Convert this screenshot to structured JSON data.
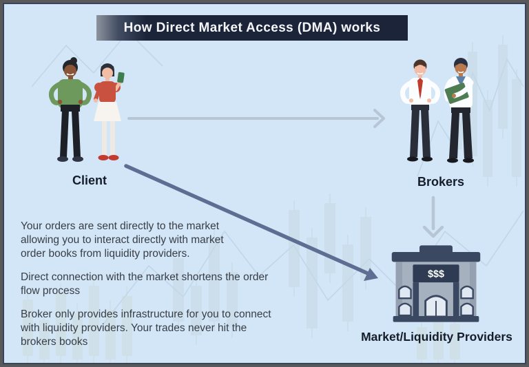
{
  "title": "How Direct Market Access (DMA) works",
  "nodes": {
    "client": {
      "label": "Client"
    },
    "brokers": {
      "label": "Brokers"
    },
    "market": {
      "label": "Market/Liquidity Providers",
      "sign": "$$$"
    }
  },
  "arrows": [
    {
      "name": "client-to-brokers",
      "from": "Client",
      "to": "Brokers",
      "style": "light"
    },
    {
      "name": "brokers-to-market",
      "from": "Brokers",
      "to": "Market/Liquidity Providers",
      "style": "light"
    },
    {
      "name": "client-to-market",
      "from": "Client",
      "to": "Market/Liquidity Providers",
      "style": "dark"
    }
  ],
  "body": {
    "paragraphs": [
      {
        "lines": [
          "Your orders are sent directly to the market",
          "allowing you to interact directly with market",
          "order books from liquidity providers."
        ]
      },
      {
        "lines": [
          "Direct connection with the market shortens the order",
          "flow process"
        ]
      },
      {
        "lines": [
          "Broker only provides infrastructure for you to connect",
          "with liquidity providers. Your trades never hit the",
          "brokers books"
        ]
      }
    ]
  },
  "colors": {
    "background": "#d3e6f7",
    "banner": "#1b2438",
    "banner_text": "#f4f6f9",
    "body_text": "#383d45",
    "label_text": "#151d2b",
    "arrow_light": "#b7c5d5",
    "arrow_dark": "#5e6e92",
    "bank_dark": "#3b4861",
    "bank_body": "#a6b1c0",
    "border_outer": "#59595b",
    "border_inner": "#394459"
  }
}
